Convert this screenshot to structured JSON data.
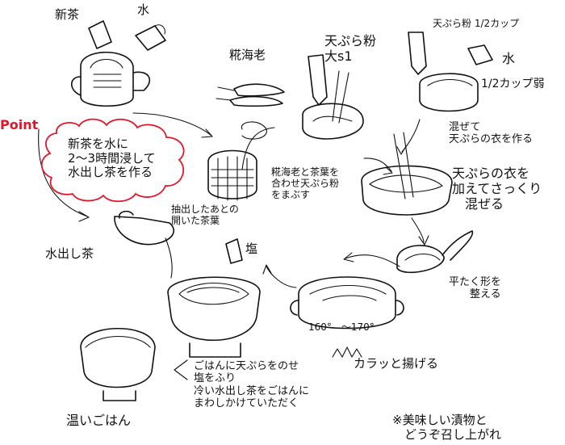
{
  "colors": {
    "ink": "#111111",
    "point": "#e0182a",
    "cloud_stroke": "#e0182a"
  },
  "labels": {
    "shincha": "新茶",
    "mizu_top": "水",
    "point": "Point",
    "point_note": "新茶を水に\n2〜3時間浸して\n水出し茶を作る",
    "kuruma_ebi": "糀海老",
    "tempura_ko_top": "天ぷら粉\n大s1",
    "batter_ko": "天ぷら粉 1/2カップ",
    "batter_mizu": "水",
    "batter_mizu_amount": "1/2カップ弱",
    "mix_batter": "混ぜて\n天ぷらの衣を作る",
    "coat_note": "糀海老と茶葉を\n合わせ天ぷら粉\nをまぶす",
    "used_leaves": "抽出したあとの\n開いた茶葉",
    "add_batter": "天ぷらの衣を\n加えてさっくり\n　混ぜる",
    "shape": "平たく形を\n　　整える",
    "temp": "160°　～170°",
    "fry": "カラッと揚げる",
    "mizudashi": "水出し茶",
    "salt": "塩",
    "instructions": "ごはんに天ぷらをのせ\n塩をふり\n冷い水出し茶をごはんに\nまわしかけていただく",
    "rice": "温いごはん",
    "closing": "※美味しい漬物と\n　どうぞ召し上がれ"
  }
}
